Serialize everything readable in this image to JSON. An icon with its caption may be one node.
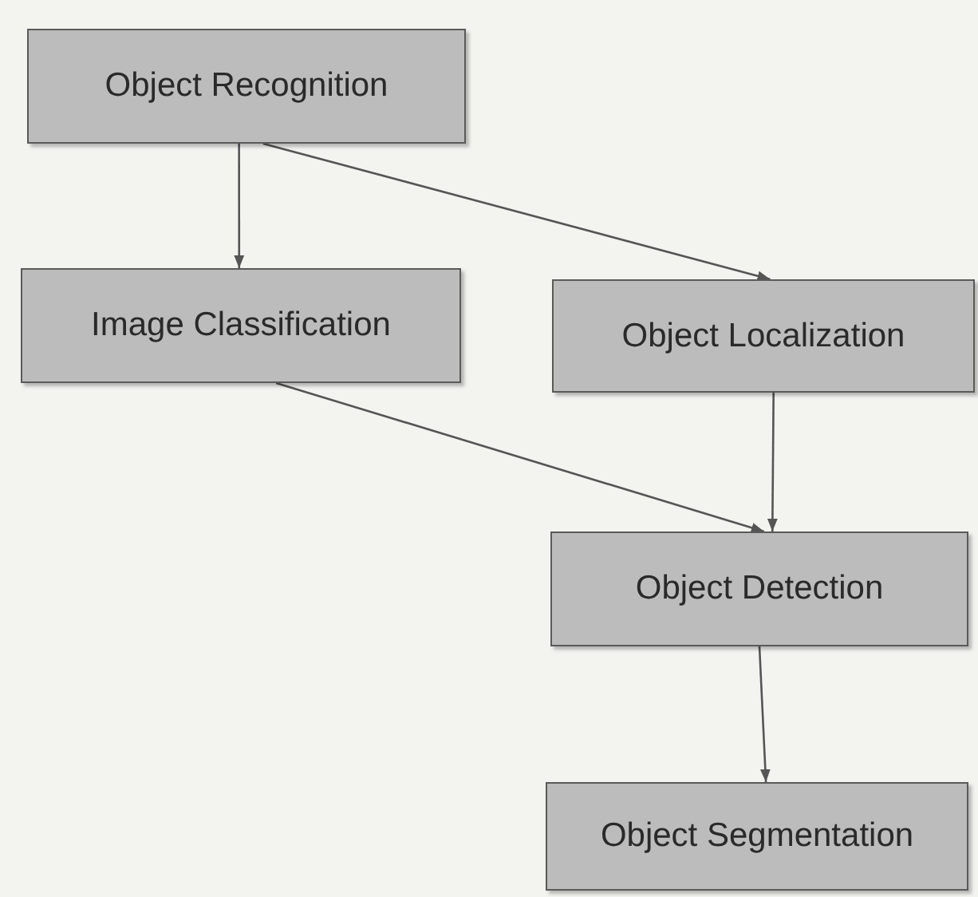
{
  "diagram": {
    "nodes": [
      {
        "text": [
          "Object Recognition"
        ]
      },
      {
        "text": [
          "Image Classification"
        ]
      },
      {
        "text": [
          "Object Localization"
        ]
      },
      {
        "text": [
          "Object Detection"
        ]
      },
      {
        "text": [
          "Object Segmentation"
        ]
      }
    ],
    "edges": [
      {
        "from": 0,
        "to": 1,
        "arrow": "to"
      },
      {
        "from": 0,
        "to": 2,
        "arrow": "to"
      },
      {
        "from": 1,
        "to": 3,
        "arrow": "to"
      },
      {
        "from": 2,
        "to": 3,
        "arrow": "to"
      },
      {
        "from": 3,
        "to": 4,
        "arrow": "to"
      }
    ]
  }
}
